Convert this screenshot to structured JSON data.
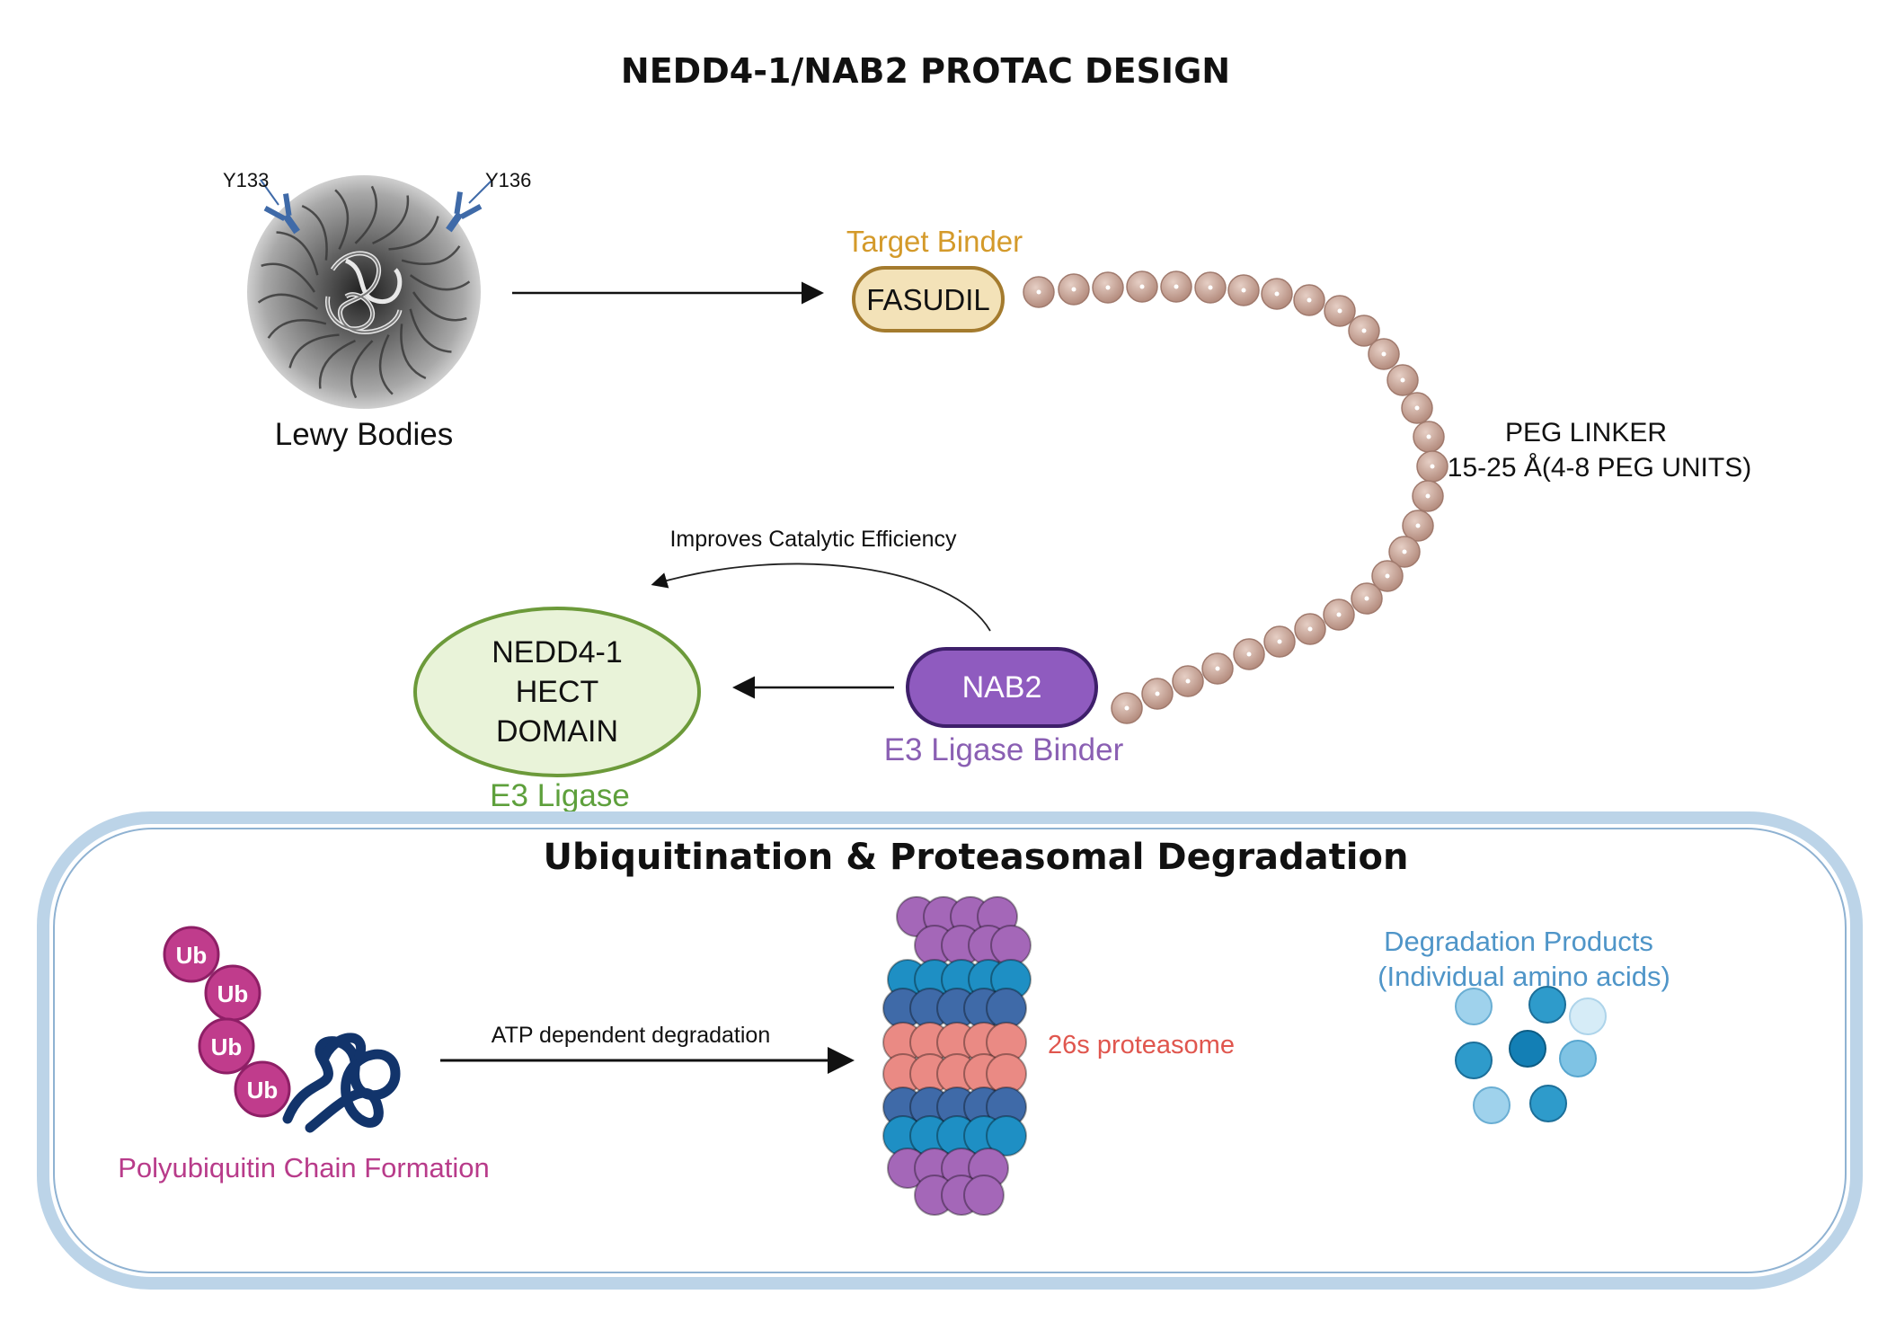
{
  "title": "NEDD4-1/NAB2 PROTAC DESIGN",
  "lewy": {
    "label": "Lewy Bodies",
    "antibody_left": "Y133",
    "antibody_right": "Y136"
  },
  "target_binder": {
    "caption": "Target Binder",
    "name": "FASUDIL"
  },
  "linker": {
    "title": "PEG LINKER",
    "detail": "15-25 Å(4-8 PEG UNITS)"
  },
  "e3_binder": {
    "name": "NAB2",
    "caption": "E3 Ligase Binder"
  },
  "e3_ligase": {
    "line1": "NEDD4-1",
    "line2": "HECT",
    "line3": "DOMAIN",
    "caption": "E3 Ligase"
  },
  "curved_arrow_label": "Improves Catalytic Efficiency",
  "degradation_panel": {
    "title": "Ubiquitination & Proteasomal Degradation",
    "ub_label": "Ub",
    "polyubiquitin_caption": "Polyubiquitin Chain Formation",
    "atp_label": "ATP dependent degradation",
    "proteasome_label": "26s proteasome",
    "products_line1": "Degradation Products",
    "products_line2": "(Individual amino acids)"
  },
  "colors": {
    "target_binder_caption": "#d49a2a",
    "fasudil_fill": "#f3e2b8",
    "fasudil_stroke": "#a47b2e",
    "nab2_fill": "#8f5bbf",
    "nab2_stroke": "#3e1f6a",
    "e3_binder_caption": "#8a5fb3",
    "e3_ligase_fill": "#e9f3d9",
    "e3_ligase_stroke": "#6c9a3a",
    "e3_ligase_caption": "#5ea03c",
    "peg_bead": "#c9a597",
    "panel_border": "#bcd4e8",
    "ub_fill": "#c03c8c",
    "polyubiquitin_caption": "#b83b8a",
    "proteasome_purple": "#a467b8",
    "proteasome_cyan": "#1e8fc4",
    "proteasome_navy": "#3f6aa8",
    "proteasome_salmon": "#ea8a84",
    "proteasome_label": "#e0564e",
    "products_text": "#4f95c8",
    "protein_chain": "#12346b"
  }
}
